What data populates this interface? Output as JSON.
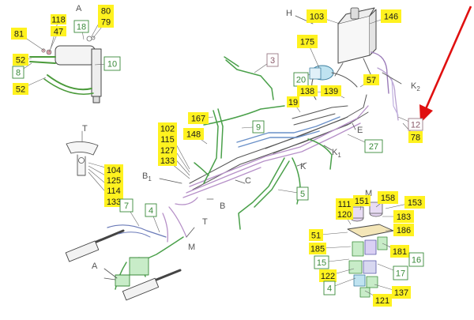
{
  "colors": {
    "yellow_fill": "#fff21f",
    "green_outline": "#3a8a3a",
    "gray_outline": "#888888",
    "red_arrow": "#e01010"
  },
  "section_letters": [
    "A",
    "H",
    "T",
    "B1",
    "B",
    "C",
    "T",
    "M",
    "A",
    "E",
    "K1",
    "K",
    "K2",
    "M"
  ],
  "callouts": [
    {
      "text": "118",
      "style": "yellow"
    },
    {
      "text": "47",
      "style": "yellow"
    },
    {
      "text": "81",
      "style": "yellow"
    },
    {
      "text": "18",
      "style": "green"
    },
    {
      "text": "80",
      "style": "yellow"
    },
    {
      "text": "79",
      "style": "yellow"
    },
    {
      "text": "52",
      "style": "yellow"
    },
    {
      "text": "8",
      "style": "green"
    },
    {
      "text": "10",
      "style": "green"
    },
    {
      "text": "52",
      "style": "yellow"
    },
    {
      "text": "103",
      "style": "yellow"
    },
    {
      "text": "146",
      "style": "yellow"
    },
    {
      "text": "175",
      "style": "yellow"
    },
    {
      "text": "3",
      "style": "gray"
    },
    {
      "text": "20",
      "style": "green"
    },
    {
      "text": "57",
      "style": "yellow"
    },
    {
      "text": "138",
      "style": "yellow"
    },
    {
      "text": "139",
      "style": "yellow"
    },
    {
      "text": "19",
      "style": "yellow"
    },
    {
      "text": "167",
      "style": "yellow"
    },
    {
      "text": "9",
      "style": "green"
    },
    {
      "text": "102",
      "style": "yellow"
    },
    {
      "text": "115",
      "style": "yellow"
    },
    {
      "text": "127",
      "style": "yellow"
    },
    {
      "text": "133",
      "style": "yellow"
    },
    {
      "text": "148",
      "style": "yellow"
    },
    {
      "text": "12",
      "style": "gray"
    },
    {
      "text": "78",
      "style": "yellow"
    },
    {
      "text": "27",
      "style": "green"
    },
    {
      "text": "104",
      "style": "yellow"
    },
    {
      "text": "125",
      "style": "yellow"
    },
    {
      "text": "114",
      "style": "yellow"
    },
    {
      "text": "133",
      "style": "yellow"
    },
    {
      "text": "7",
      "style": "green"
    },
    {
      "text": "4",
      "style": "green"
    },
    {
      "text": "5",
      "style": "green"
    },
    {
      "text": "111",
      "style": "yellow"
    },
    {
      "text": "151",
      "style": "yellow"
    },
    {
      "text": "158",
      "style": "yellow"
    },
    {
      "text": "153",
      "style": "yellow"
    },
    {
      "text": "120",
      "style": "yellow"
    },
    {
      "text": "183",
      "style": "yellow"
    },
    {
      "text": "186",
      "style": "yellow"
    },
    {
      "text": "51",
      "style": "yellow"
    },
    {
      "text": "185",
      "style": "yellow"
    },
    {
      "text": "181",
      "style": "yellow"
    },
    {
      "text": "15",
      "style": "green"
    },
    {
      "text": "16",
      "style": "green"
    },
    {
      "text": "122",
      "style": "yellow"
    },
    {
      "text": "17",
      "style": "green"
    },
    {
      "text": "4",
      "style": "green"
    },
    {
      "text": "137",
      "style": "yellow"
    },
    {
      "text": "121",
      "style": "yellow"
    }
  ]
}
